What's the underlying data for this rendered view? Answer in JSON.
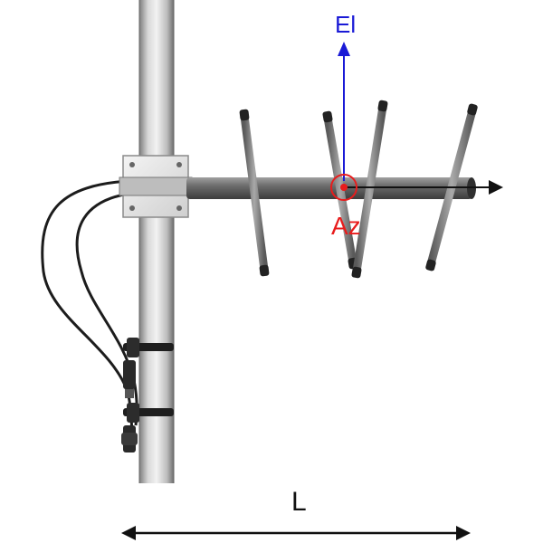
{
  "labels": {
    "elevation": "El",
    "azimuth": "Az",
    "length": "L"
  },
  "colors": {
    "elevation_axis": "#1a1ad6",
    "azimuth_marker": "#e81c1c",
    "boom_axis": "#111111",
    "mast": "#c9c9c9",
    "boom": "#6a6a6a",
    "element": "#7a7a7a",
    "cable": "#1a1a1a",
    "bracket": "#e6e6e6"
  }
}
